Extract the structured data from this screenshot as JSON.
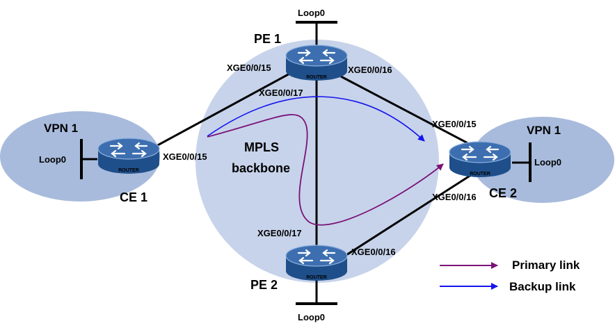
{
  "colors": {
    "backbone_fill": "#c7d3ea",
    "vpn_fill": "#a8bbdc",
    "router_body": "#1f4f8a",
    "router_top": "#3d6fb0",
    "primary_link": "#7a1278",
    "backup_link": "#1414ee",
    "wire": "#000000"
  },
  "backbone": {
    "label_line1": "MPLS",
    "label_line2": "backbone"
  },
  "sites": [
    {
      "name": "VPN 1"
    },
    {
      "name": "VPN 1"
    }
  ],
  "routers": {
    "pe1": {
      "name": "PE 1",
      "badge": "ROUTER",
      "loopback": "Loop0",
      "if_ce1": "XGE0/0/15",
      "if_ce2": "XGE0/0/16",
      "if_pe2": "XGE0/0/17"
    },
    "pe2": {
      "name": "PE 2",
      "badge": "ROUTER",
      "loopback": "Loop0",
      "if_pe1": "XGE0/0/17",
      "if_ce2": "XGE0/0/16"
    },
    "ce1": {
      "name": "CE 1",
      "badge": "ROUTER",
      "loopback": "Loop0",
      "if_pe1": "XGE0/0/15"
    },
    "ce2": {
      "name": "CE 2",
      "badge": "ROUTER",
      "loopback": "Loop0",
      "if_pe1": "XGE0/0/15",
      "if_pe2": "XGE0/0/16"
    }
  },
  "legend": {
    "primary": "Primary link",
    "backup": "Backup link"
  },
  "icons": {
    "router": "router-icon"
  }
}
